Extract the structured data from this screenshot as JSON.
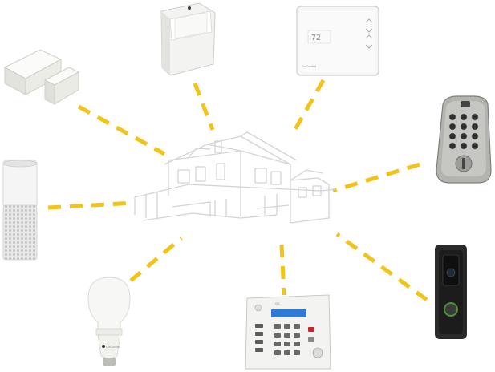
{
  "colors": {
    "background": "#ffffff",
    "connector": "#f2c318",
    "house_line": "#d4d4d4",
    "device_white": "#f4f4f2",
    "device_shadow": "#d6d6d2",
    "nickel": "#a9aaa6",
    "lock_body": "#2b2b2b",
    "speaker_mesh": "#bcbcbc",
    "panel_display": "#2d7bd6"
  },
  "hub": {
    "icon": "house-icon"
  },
  "devices": [
    {
      "id": "door-window-sensor",
      "icon": "door-window-sensor-icon"
    },
    {
      "id": "motion-sensor",
      "icon": "motion-sensor-icon"
    },
    {
      "id": "thermostat",
      "icon": "thermostat-icon",
      "readout": "72",
      "brand": "GoControl"
    },
    {
      "id": "smart-deadbolt",
      "icon": "keypad-deadbolt-icon"
    },
    {
      "id": "smart-speaker",
      "icon": "smart-speaker-icon"
    },
    {
      "id": "video-doorbell",
      "icon": "video-doorbell-icon"
    },
    {
      "id": "smart-bulb",
      "icon": "light-bulb-icon",
      "brand": "GoControl"
    },
    {
      "id": "security-panel",
      "icon": "alarm-keypad-icon",
      "brand": "GE"
    }
  ]
}
